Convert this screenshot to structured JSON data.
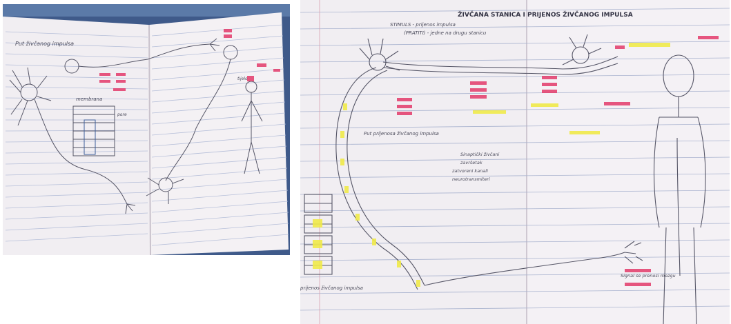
{
  "photos": [
    {
      "id": "left",
      "description_visible_text": {
        "heading": "Put živčanog impulsa",
        "label_membrane": "membrana",
        "notes": [
          "pore",
          "tijelo"
        ]
      }
    },
    {
      "id": "right",
      "description_visible_text": {
        "heading": "ŽIVČANA STANICA I PRIJENOS ŽIVČANOG IMPULSA",
        "subheading": "STIMULS - prijenos impulsa",
        "subheading2": "(PRATITI) - jedne na drugu stanicu",
        "side_label": "Put prijenosa živčanog impulsa",
        "middle_notes": [
          "Sinaptički živčani",
          "završetak",
          "zatvoreni kanali",
          "neurotransmiteri"
        ],
        "bottom_label": "prijenos živčanog impulsa",
        "bottom_right": "Signal se prenosi mozgu"
      }
    }
  ],
  "colors": {
    "page": "#f1eef2",
    "line": "#a9b3cf",
    "ink": "#4a4a5a",
    "pink_highlight": "#e33a6a",
    "yellow_highlight": "#f0ea4a",
    "table": "#6a3d2a",
    "cloth": "#3f5a8a"
  }
}
